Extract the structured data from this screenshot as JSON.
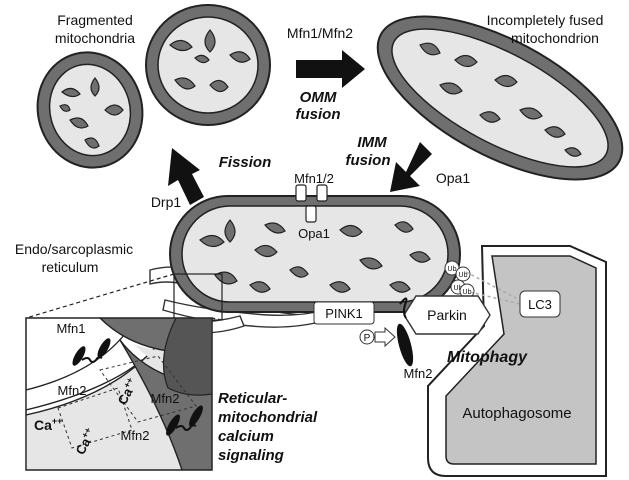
{
  "labels": {
    "fragmented": [
      "Fragmented",
      "mitochondria"
    ],
    "incompletely_fused": [
      "Incompletely fused",
      "mitochondrion"
    ],
    "mfn1_mfn2": "Mfn1/Mfn2",
    "omm_fusion": [
      "OMM",
      "fusion"
    ],
    "imm_fusion": [
      "IMM",
      "fusion"
    ],
    "fission": "Fission",
    "drp1": "Drp1",
    "opa1_right": "Opa1",
    "mfn1_2": "Mfn1/2",
    "opa1_center": "Opa1",
    "endo_sarco": [
      "Endo/sarcoplasmic",
      "reticulum"
    ],
    "pink1": "PINK1",
    "parkin": "Parkin",
    "lc3": "LC3",
    "ub": "Ub",
    "p": "P",
    "mfn2_mitophagy": "Mfn2",
    "mitophagy": "Mitophagy",
    "autophagosome": "Autophagosome",
    "inset_mfn1": "Mfn1",
    "inset_mfn2_a": "Mfn2",
    "inset_mfn2_b": "Mfn2",
    "inset_mfn2_c": "Mfn2",
    "ca_main": "Ca",
    "ca_channel_1": "Ca",
    "ca_channel_2": "Ca",
    "ca_sup": "++",
    "reticular": [
      "Reticular-",
      "mitochondrial",
      "calcium",
      "signaling"
    ]
  },
  "colors": {
    "mito_outer": "#6f6f6f",
    "mito_matrix": "#e6e6e6",
    "autophagosome": "#c4c4c4",
    "arrow": "#111111",
    "er": "#ffffff"
  }
}
